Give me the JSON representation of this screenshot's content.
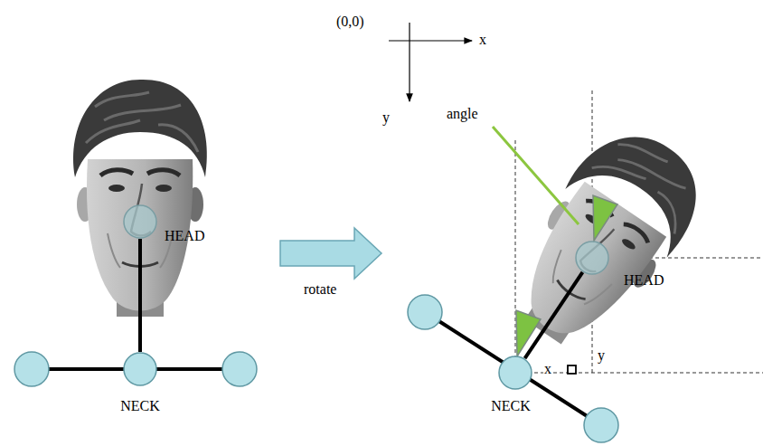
{
  "diagram": {
    "nodes": [
      {
        "text": [
          "HEAD"
        ]
      },
      {
        "text": [
          "NECK"
        ]
      },
      {
        "text": [
          "HEAD"
        ]
      },
      {
        "text": [
          "NECK"
        ]
      }
    ],
    "edges": [
      {
        "from": 0,
        "to": 1,
        "arrow": "none"
      },
      {
        "from": 2,
        "to": 3,
        "arrow": "none"
      }
    ],
    "labels": [
      "(0,0)",
      "x",
      "y",
      "angle",
      "rotate",
      "x",
      "y"
    ]
  }
}
